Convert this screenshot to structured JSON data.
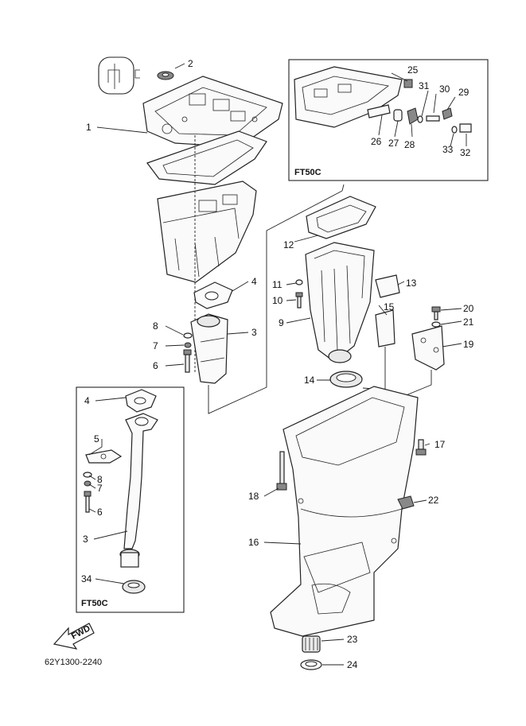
{
  "diagram": {
    "doc_code": "62Y1300-2240",
    "variant_box_label": "FT50C",
    "fwd_label": "FWD",
    "part_numbers": [
      "1",
      "2",
      "3",
      "4",
      "5",
      "6",
      "7",
      "8",
      "9",
      "10",
      "11",
      "12",
      "13",
      "14",
      "15",
      "16",
      "17",
      "18",
      "19",
      "20",
      "21",
      "22",
      "23",
      "24",
      "25",
      "26",
      "27",
      "28",
      "29",
      "30",
      "31",
      "32",
      "33",
      "34"
    ],
    "inset_part_numbers": [
      "25",
      "26",
      "27",
      "28",
      "29",
      "30",
      "31",
      "32",
      "33"
    ],
    "lower_box_part_numbers": [
      "4",
      "5",
      "8",
      "7",
      "6",
      "3",
      "34"
    ]
  }
}
